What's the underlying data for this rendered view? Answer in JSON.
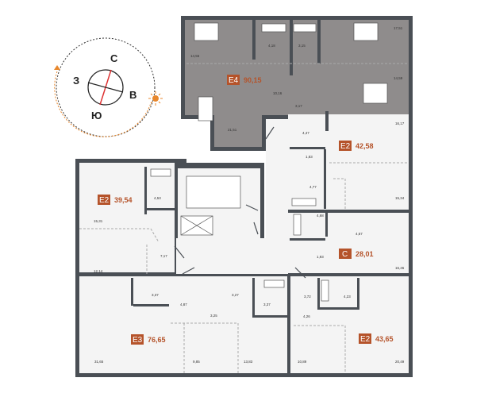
{
  "compass": {
    "north": "С",
    "west": "З",
    "east": "В",
    "south": "Ю",
    "sun_icon": "sun-icon",
    "accent": "#e8872c"
  },
  "apartments": [
    {
      "type": "E4",
      "area": "90,15"
    },
    {
      "type": "E2",
      "area": "39,54"
    },
    {
      "type": "E2",
      "area": "42,58"
    },
    {
      "type": "C",
      "area": "28,01"
    },
    {
      "type": "E3",
      "area": "76,65"
    },
    {
      "type": "E2",
      "area": "43,65"
    }
  ],
  "rooms": [
    "14,56",
    "4,18",
    "3,15",
    "17,51",
    "14,59",
    "10,16",
    "3,17",
    "21,51",
    "16,17",
    "4,47",
    "1,83",
    "4,77",
    "15,34",
    "4,68",
    "4,67",
    "1,93",
    "16,46",
    "3,72",
    "4,23",
    "4,26",
    "10,89",
    "20,49",
    "4,53",
    "15,31",
    "7,17",
    "12,14",
    "3,37",
    "4,87",
    "3,27",
    "3,25",
    "3,37",
    "31,65",
    "9,85",
    "13,83"
  ],
  "colors": {
    "badge": "#b5532a",
    "wall": "#4a4f55",
    "highlight": "#8f8c8c"
  }
}
